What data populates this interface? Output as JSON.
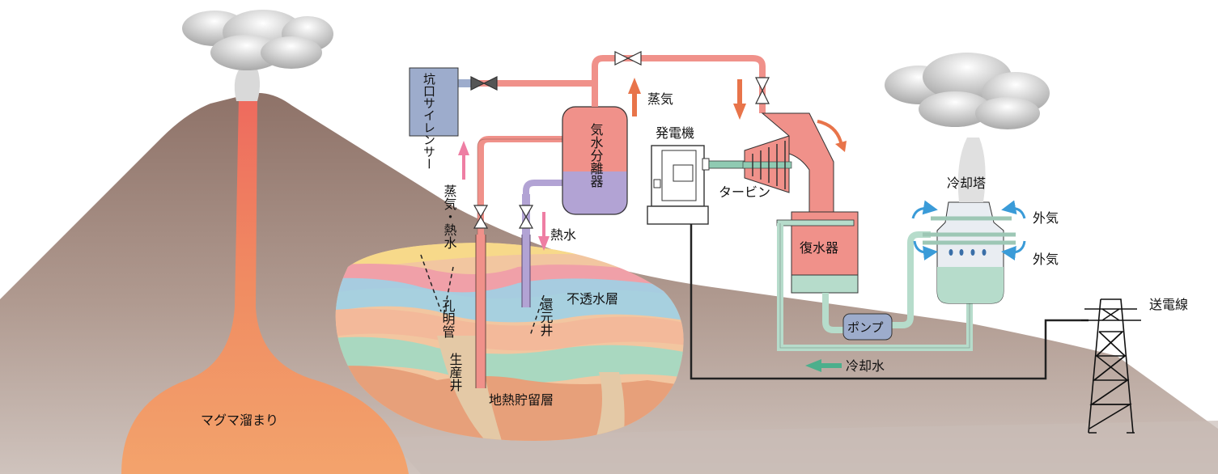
{
  "labels": {
    "magma_chamber": "マグマ溜まり",
    "reservoir": "地熱貯留層",
    "impermeable_layer": "不透水層",
    "production_well": "生産井",
    "perforated_pipe": "孔明管",
    "reinjection_well": "還元井",
    "steam_hot_water": "蒸気・熱水",
    "hot_water": "熱水",
    "steam": "蒸気",
    "separator": "気水分離器",
    "silencer": "坑口サイレンサー",
    "generator": "発電機",
    "turbine": "タービン",
    "condenser": "復水器",
    "pump": "ポンプ",
    "cooling_tower": "冷却塔",
    "outside_air_upper": "外気",
    "outside_air_lower": "外気",
    "cooling_water": "冷却水",
    "transmission_line": "送電線"
  },
  "colors": {
    "ground": "#a08679",
    "ground_light": "#c9bcb6",
    "magma": "#f0a06c",
    "magma_conduit": "#ec5a5a",
    "steam_pipe": "#f0918a",
    "water_pipe": "#b2a3d4",
    "cooling_pipe": "#b6dccb",
    "arrow_steam": "#e8744a",
    "arrow_pink": "#ee7ea3",
    "arrow_cool": "#4caf8c",
    "arrow_air": "#3a9bd8",
    "silencer_blue": "#9daccc"
  }
}
